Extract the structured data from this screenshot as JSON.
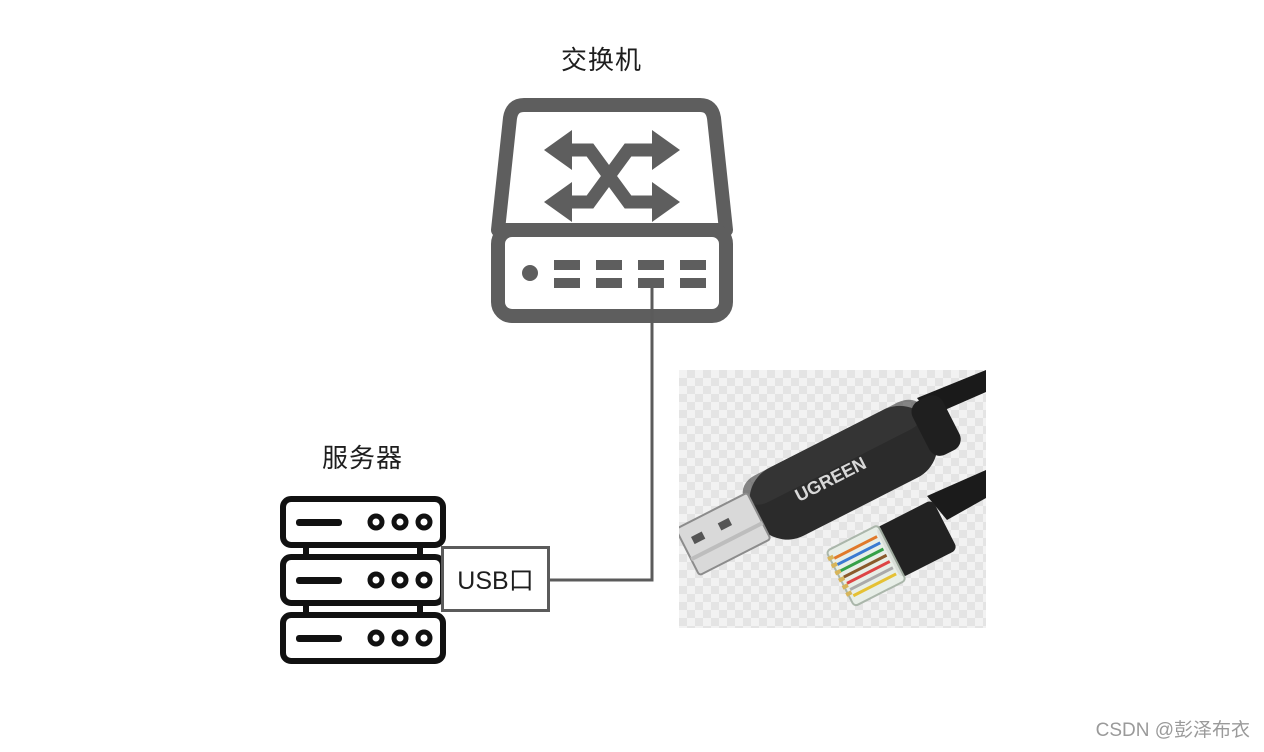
{
  "switch": {
    "label": "交换机",
    "icon": "network-switch-icon",
    "color": "#5e5e5e"
  },
  "server": {
    "label": "服务器",
    "icon": "server-rack-icon",
    "unit_count": 3,
    "color": "#111111"
  },
  "connector": {
    "port_label": "USB口",
    "line_color": "#5b5b5b"
  },
  "product_photo": {
    "brand_text": "UGREEN",
    "description_icon": "usb-to-rj45-console-cable-icon"
  },
  "watermark": {
    "text": "CSDN @彭泽布衣"
  }
}
